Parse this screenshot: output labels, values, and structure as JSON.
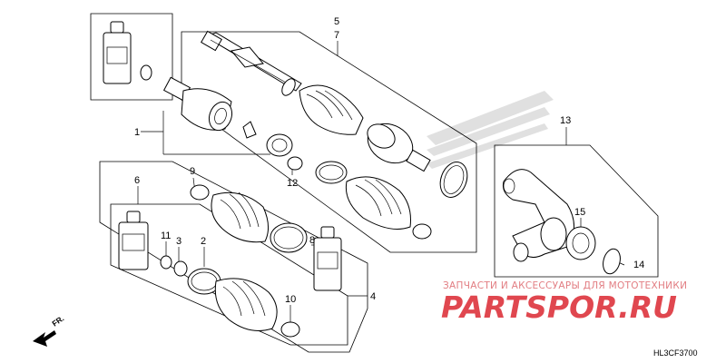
{
  "callouts": {
    "c5": "5",
    "c7": "7",
    "c1": "1",
    "c12": "12",
    "c13": "13",
    "c15": "15",
    "c14": "14",
    "c6": "6",
    "c9": "9",
    "c11": "11",
    "c3": "3",
    "c2": "2",
    "c8": "8",
    "c4": "4",
    "c10": "10"
  },
  "watermark": {
    "tagline": "ЗАПЧАСТИ И АКСЕССУАРЫ ДЛЯ МОТОТЕХНИКИ",
    "logo": "PARTSPOR.RU"
  },
  "diagram_code": "HL3CF3700",
  "direction_label": "FR.",
  "colors": {
    "watermark": "#e0474f"
  }
}
